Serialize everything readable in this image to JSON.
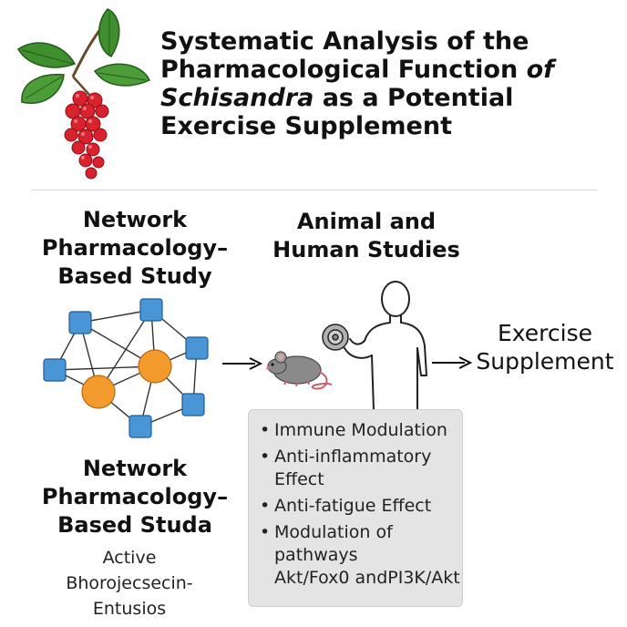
{
  "title": {
    "line1": "Systematic Analysis of the",
    "line2_prefix": "Pharmacological Function",
    "line2_italic": "of",
    "line3_italic": "Schisandra",
    "line3_suffix": " as a Potential",
    "line4": "Exercise Supplement"
  },
  "network_study": {
    "heading_lines": [
      "Network",
      "Pharmacology–",
      "Based Study"
    ],
    "heading_repeat_lines": [
      "Network",
      "Pharmacology–",
      "Based Studa"
    ],
    "components_lines": [
      "Active",
      "Bhorojecsecin-",
      "Entusios"
    ]
  },
  "animal_human": {
    "heading_lines": [
      "Animal and",
      "Human Studies"
    ]
  },
  "outcome": {
    "label_lines": [
      "Exercise",
      "Supplement"
    ]
  },
  "effects": [
    {
      "lines": [
        "Immune Modulation"
      ]
    },
    {
      "lines": [
        "Anti-inflammatory",
        "Effect"
      ]
    },
    {
      "lines": [
        "Anti-fatigue Effect"
      ]
    },
    {
      "lines": [
        "Modulation of",
        "pathways",
        "Akt/Fox0 andPI3K/Akt"
      ]
    }
  ],
  "icons": {
    "plant": "schisandra-berry-icon",
    "network": "network-graph-icon",
    "mouse": "mouse-icon",
    "human": "human-with-dumbbell-icon",
    "arrow": "arrow-right-icon"
  },
  "colors": {
    "leaf": "#3f8f2e",
    "berry": "#d8232f",
    "network_square": "#4a95d6",
    "network_circle": "#f29b2c",
    "effects_box": "#e4e4e4"
  }
}
